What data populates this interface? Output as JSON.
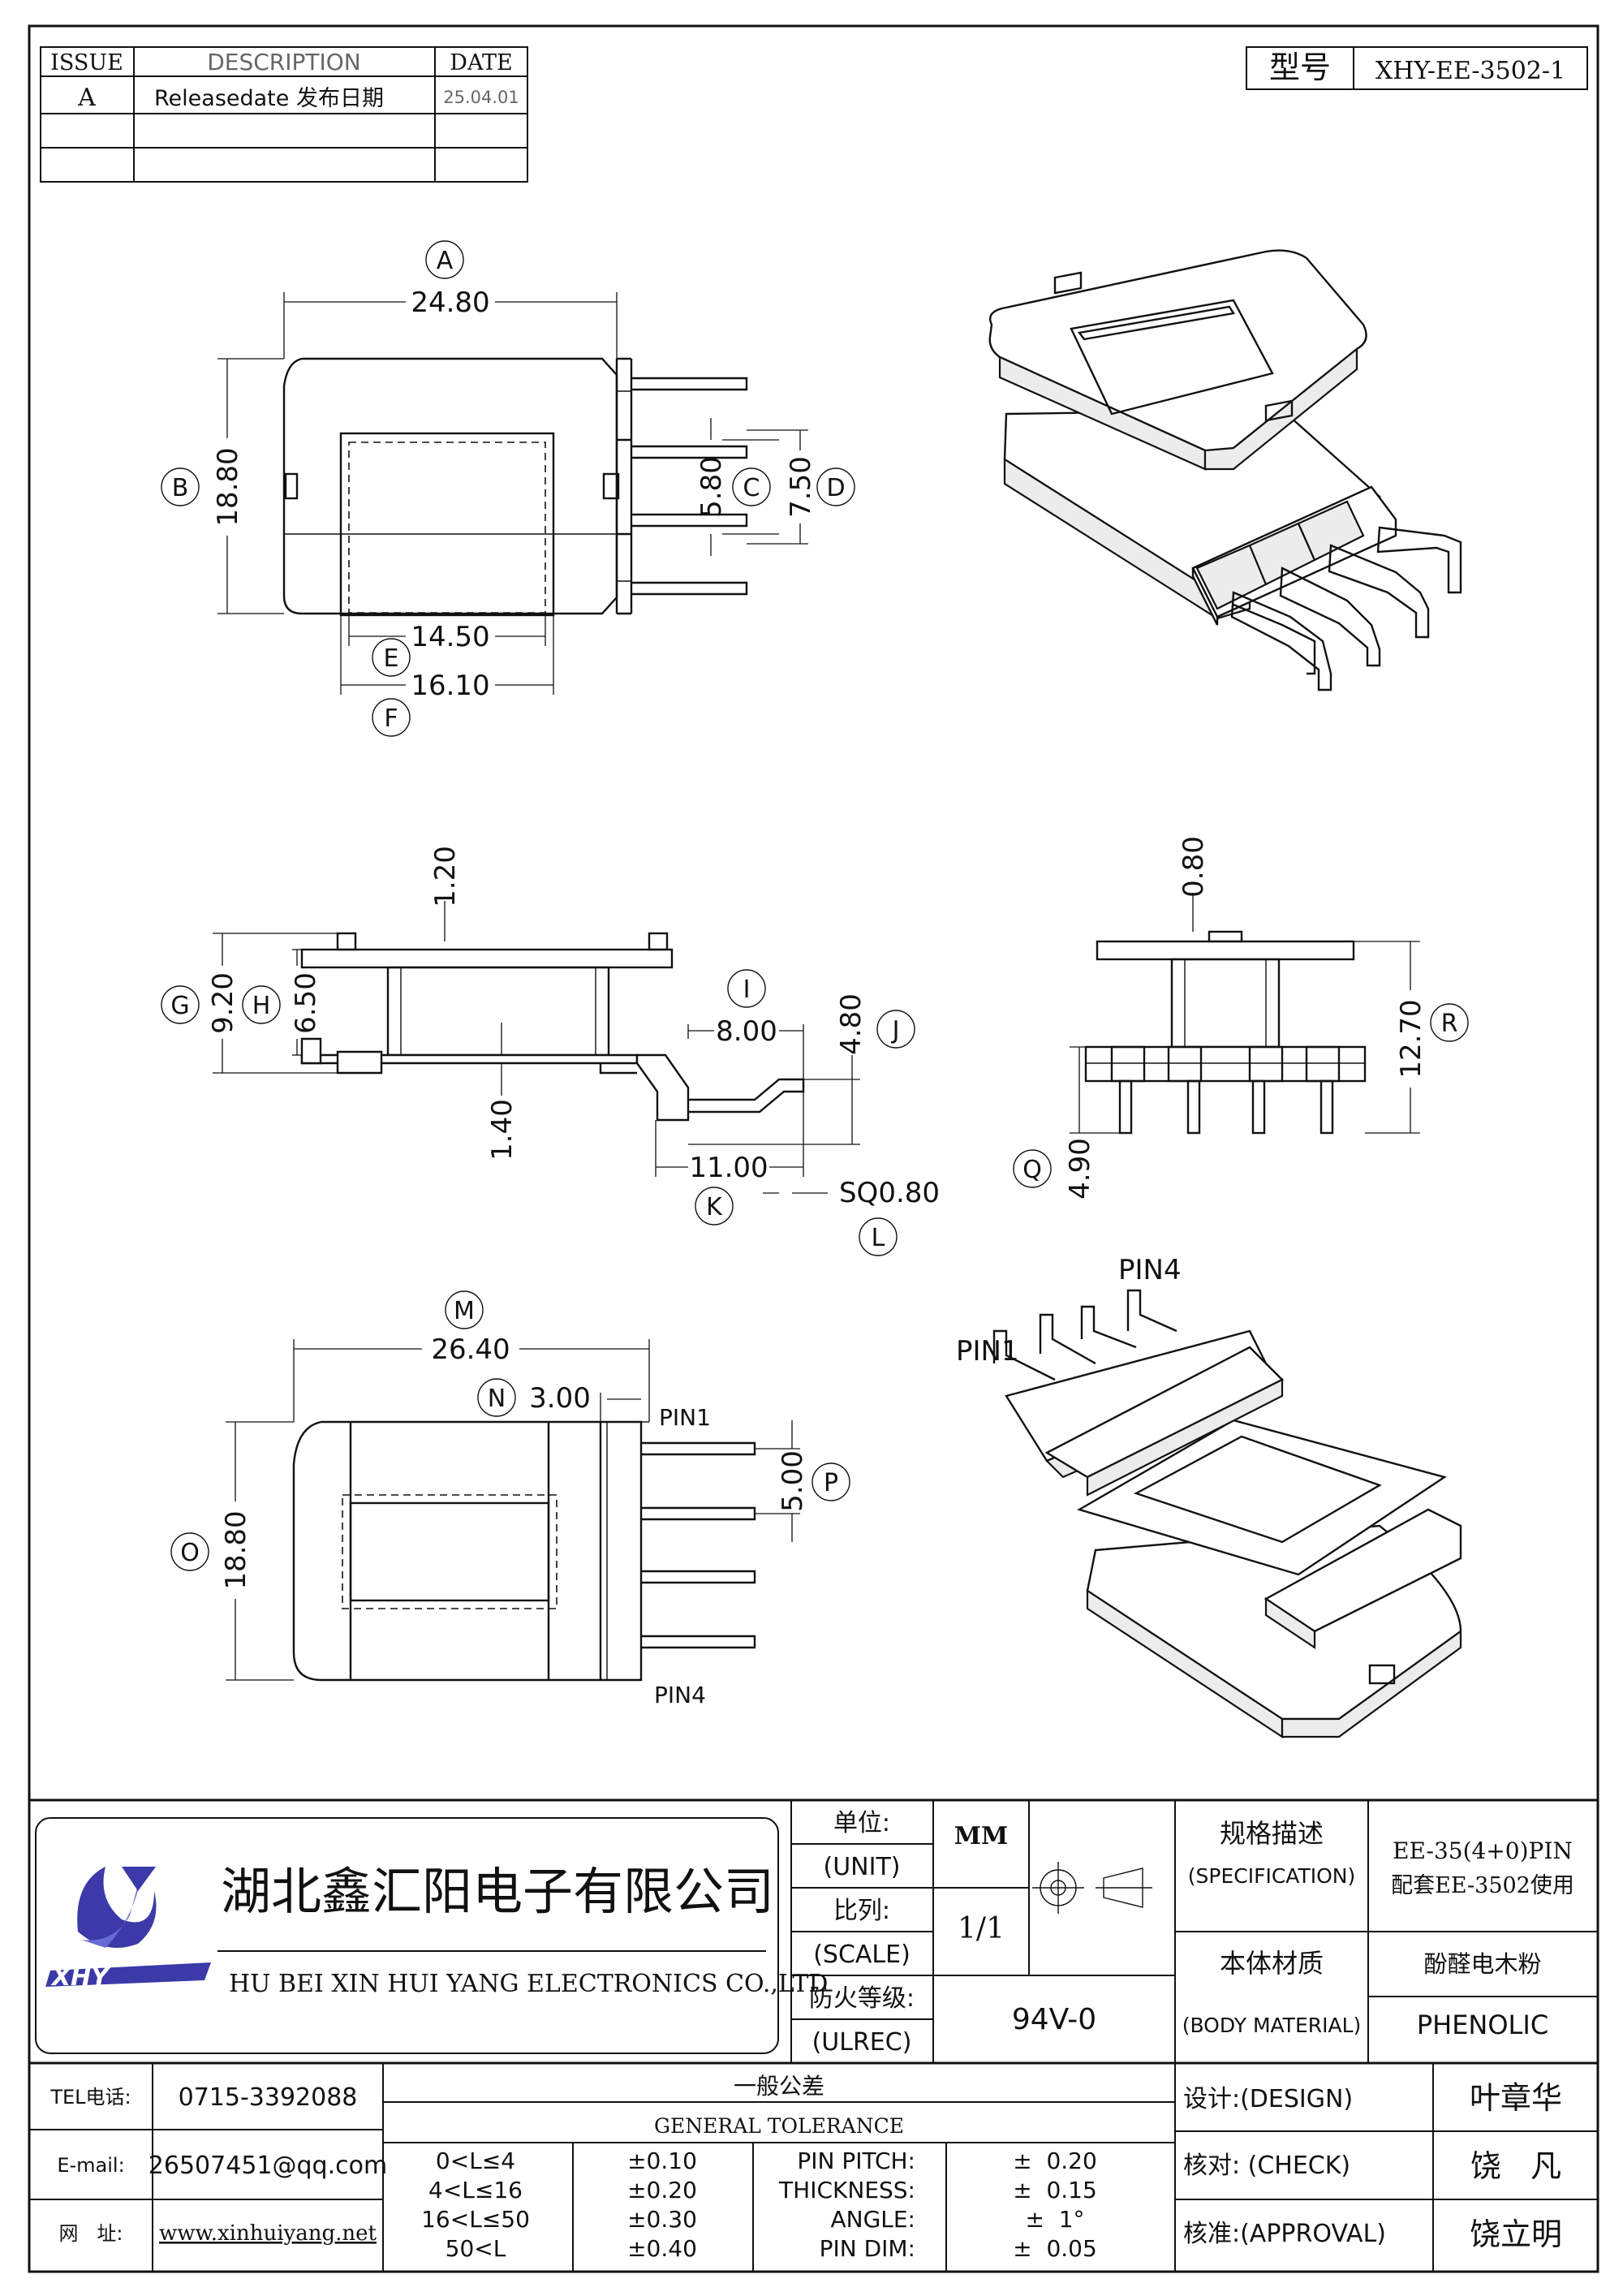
{
  "revision_table": {
    "headers": {
      "issue": "ISSUE",
      "description": "DESCRIPTION",
      "date": "DATE"
    },
    "rows": [
      {
        "issue": "A",
        "description": "Releasedate 发布日期",
        "date": "25.04.01"
      }
    ]
  },
  "model": {
    "label": "型号",
    "value": "XHY-EE-3502-1"
  },
  "dimensions": {
    "A": "24.80",
    "B": "18.80",
    "C": "5.80",
    "D": "7.50",
    "E": "14.50",
    "F": "16.10",
    "G": "9.20",
    "H": "6.50",
    "top_tab": "1.20",
    "base": "1.40",
    "I": "8.00",
    "J": "4.80",
    "K": "11.00",
    "L": "SQ0.80",
    "end_tab": "0.80",
    "R": "12.70",
    "Q": "4.90",
    "M": "26.40",
    "N": "3.00",
    "O": "18.80",
    "P": "5.00"
  },
  "tags": [
    "A",
    "B",
    "C",
    "D",
    "E",
    "F",
    "G",
    "H",
    "I",
    "J",
    "K",
    "L",
    "M",
    "N",
    "O",
    "P",
    "Q",
    "R"
  ],
  "pin_labels": {
    "pin1": "PIN1",
    "pin4": "PIN4"
  },
  "company": {
    "name_cn": "湖北鑫汇阳电子有限公司",
    "name_en": "HU BEI XIN HUI YANG ELECTRONICS CO.,LTD"
  },
  "title_block": {
    "unit_cn": "单位:",
    "unit_en": "(UNIT)",
    "unit_value": "MM",
    "scale_cn": "比列:",
    "scale_en": "(SCALE)",
    "scale_value": "1/1",
    "fire_cn": "防火等级:",
    "fire_en": "(ULREC)",
    "fire_value": "94V-0",
    "spec_cn": "规格描述",
    "spec_en": "(SPECIFICATION)",
    "spec_value_1": "EE-35(4+0)PIN",
    "spec_value_2": "配套EE-3502使用",
    "material_cn": "本体材质",
    "material_en": "(BODY MATERIAL)",
    "material_value_cn": "酚醛电木粉",
    "material_value_en": "PHENOLIC"
  },
  "contact": {
    "tel_label": "TEL电话:",
    "tel": "0715-3392088",
    "email_label": "E-mail:",
    "email": "26507451@qq.com",
    "web_label": "网   址:",
    "web": "www.xinhuiyang.net"
  },
  "tolerance": {
    "title_cn": "一般公差",
    "title_en": "GENERAL TOLERANCE",
    "rows": [
      {
        "range": "0<L≤4",
        "tol": "±0.10",
        "item": "PIN PITCH:",
        "val": "±  0.20"
      },
      {
        "range": "4<L≤16",
        "tol": "±0.20",
        "item": "THICKNESS:",
        "val": "±  0.15"
      },
      {
        "range": "16<L≤50",
        "tol": "±0.30",
        "item": "ANGLE:",
        "val": "±  1°"
      },
      {
        "range": "50<L",
        "tol": "±0.40",
        "item": "PIN DIM:",
        "val": "±  0.05"
      }
    ]
  },
  "signoff": [
    {
      "role": "设计:(DESIGN)",
      "name": "叶章华"
    },
    {
      "role": "核对: (CHECK)",
      "name": "饶   凡"
    },
    {
      "role": "核准:(APPROVAL)",
      "name": "饶立明"
    }
  ]
}
